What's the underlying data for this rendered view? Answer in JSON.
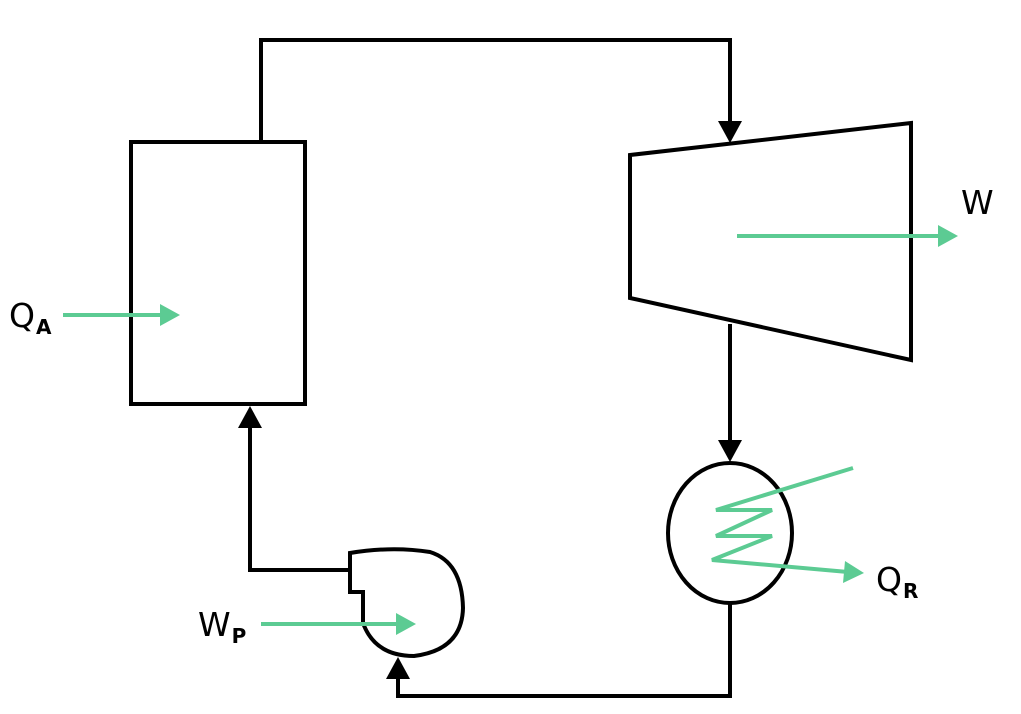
{
  "colors": {
    "line": "#000000",
    "energy": "#5ccb93",
    "background": "#ffffff"
  },
  "labels": {
    "heat_added": {
      "main": "Q",
      "sub": "A"
    },
    "turbine_work": {
      "main": "W"
    },
    "heat_rejected": {
      "main": "Q",
      "sub": "R"
    },
    "pump_work": {
      "main": "W",
      "sub": "P"
    }
  }
}
